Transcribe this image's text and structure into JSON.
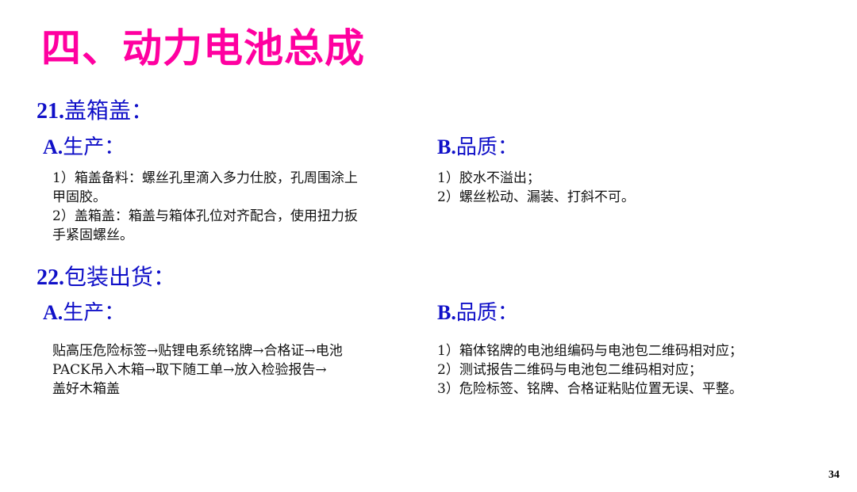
{
  "title": "四、动力电池总成",
  "sections": [
    {
      "num": "21.",
      "name": "盖箱盖：",
      "production": {
        "prefix": "A.",
        "label": "生产：",
        "lines": [
          "1）箱盖备料：螺丝孔里滴入多力仕胶，孔周围涂上",
          "甲固胶。",
          "2）盖箱盖：箱盖与箱体孔位对齐配合，使用扭力扳",
          "手紧固螺丝。"
        ]
      },
      "quality": {
        "prefix": "B.",
        "label": "品质：",
        "lines": [
          "1）胶水不溢出；",
          "2）螺丝松动、漏装、打斜不可。"
        ]
      }
    },
    {
      "num": "22.",
      "name": "包装出货：",
      "production": {
        "prefix": "A.",
        "label": "生产：",
        "lines": [
          "贴高压危险标签→贴锂电系统铭牌→合格证→电池",
          "PACK吊入木箱→取下随工单→放入检验报告→",
          "盖好木箱盖"
        ]
      },
      "quality": {
        "prefix": "B.",
        "label": "品质：",
        "lines": [
          "1）箱体铭牌的电池组编码与电池包二维码相对应；",
          "2）测试报告二维码与电池包二维码相对应；",
          "3）危险标签、铭牌、合格证粘贴位置无误、平整。"
        ]
      }
    }
  ],
  "page_number": "34"
}
